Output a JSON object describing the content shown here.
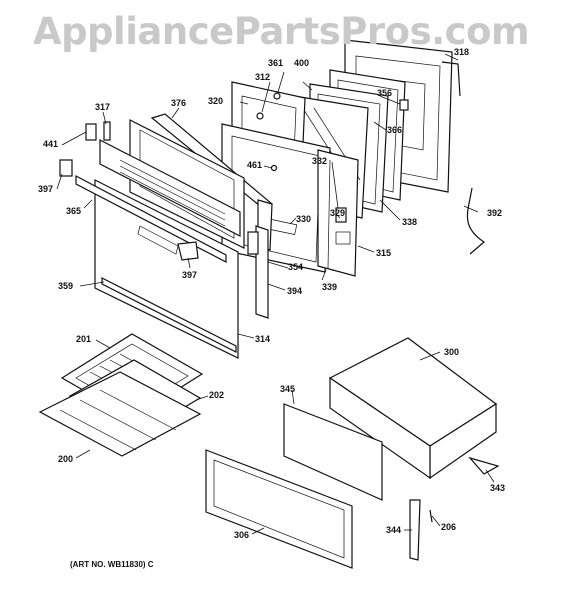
{
  "watermark": "AppliancePartsPros.com",
  "art_number": "(ART NO. WB11830) C",
  "callouts": [
    {
      "id": "318",
      "label": "318"
    },
    {
      "id": "361",
      "label": "361"
    },
    {
      "id": "400",
      "label": "400"
    },
    {
      "id": "312",
      "label": "312"
    },
    {
      "id": "320",
      "label": "320"
    },
    {
      "id": "356",
      "label": "356"
    },
    {
      "id": "317",
      "label": "317"
    },
    {
      "id": "376",
      "label": "376"
    },
    {
      "id": "366",
      "label": "366"
    },
    {
      "id": "441",
      "label": "441"
    },
    {
      "id": "461",
      "label": "461"
    },
    {
      "id": "332",
      "label": "332"
    },
    {
      "id": "397a",
      "label": "397"
    },
    {
      "id": "365",
      "label": "365"
    },
    {
      "id": "329",
      "label": "329"
    },
    {
      "id": "338",
      "label": "338"
    },
    {
      "id": "392",
      "label": "392"
    },
    {
      "id": "330",
      "label": "330"
    },
    {
      "id": "315",
      "label": "315"
    },
    {
      "id": "397b",
      "label": "397"
    },
    {
      "id": "354",
      "label": "354"
    },
    {
      "id": "339",
      "label": "339"
    },
    {
      "id": "359",
      "label": "359"
    },
    {
      "id": "394",
      "label": "394"
    },
    {
      "id": "314",
      "label": "314"
    },
    {
      "id": "201",
      "label": "201"
    },
    {
      "id": "300",
      "label": "300"
    },
    {
      "id": "345",
      "label": "345"
    },
    {
      "id": "202",
      "label": "202"
    },
    {
      "id": "200",
      "label": "200"
    },
    {
      "id": "343",
      "label": "343"
    },
    {
      "id": "306",
      "label": "306"
    },
    {
      "id": "344",
      "label": "344"
    },
    {
      "id": "206",
      "label": "206"
    }
  ]
}
